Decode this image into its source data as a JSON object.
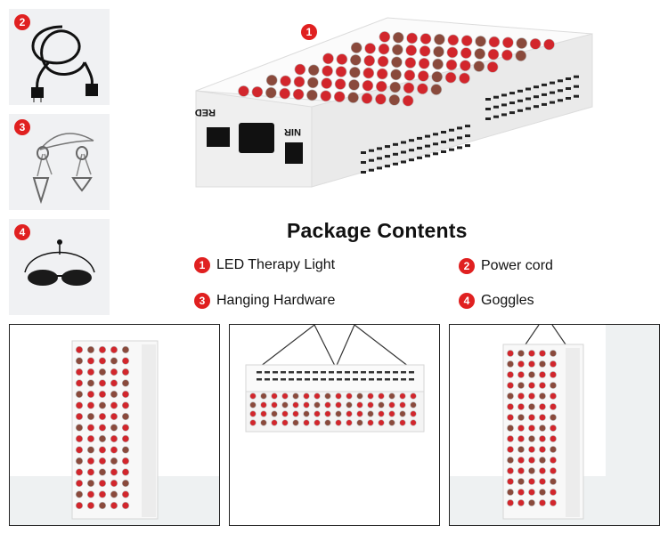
{
  "main_product": {
    "badge": "1"
  },
  "thumbnails": [
    {
      "badge": "2",
      "icon": "power-cord-icon"
    },
    {
      "badge": "3",
      "icon": "hanging-hardware-icon"
    },
    {
      "badge": "4",
      "icon": "goggles-icon"
    }
  ],
  "device_labels": {
    "red": "RED",
    "nir": "NIR"
  },
  "package": {
    "title": "Package Contents",
    "items": [
      {
        "badge": "1",
        "label": "LED Therapy Light"
      },
      {
        "badge": "2",
        "label": "Power cord"
      },
      {
        "badge": "3",
        "label": "Hanging Hardware"
      },
      {
        "badge": "4",
        "label": "Goggles"
      }
    ]
  },
  "photos": [
    {
      "name": "vertical-standing-photo"
    },
    {
      "name": "horizontal-hanging-photo"
    },
    {
      "name": "vertical-hanging-photo"
    }
  ],
  "colors": {
    "badge_red": "#e02020",
    "led_red": "#d2262c",
    "led_dark": "#8a4a3c",
    "panel": "#f7f7f7"
  }
}
